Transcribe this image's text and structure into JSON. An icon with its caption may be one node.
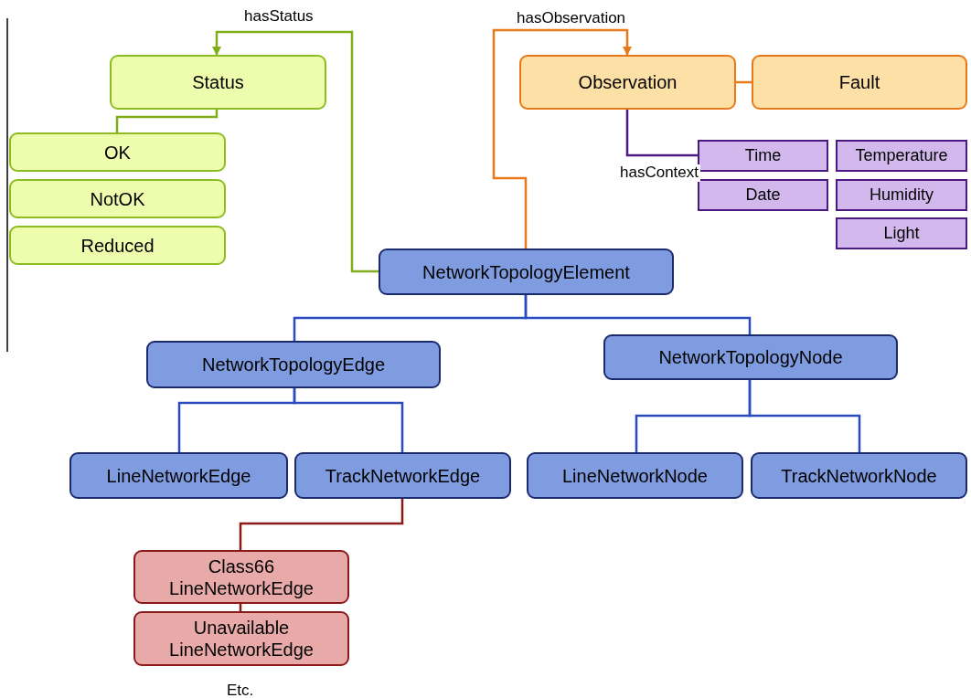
{
  "diagram": {
    "nodes": [
      {
        "text": [
          "Status"
        ]
      },
      {
        "text": [
          "OK"
        ]
      },
      {
        "text": [
          "NotOK"
        ]
      },
      {
        "text": [
          "Reduced"
        ]
      },
      {
        "text": [
          "Observation"
        ]
      },
      {
        "text": [
          "Fault"
        ]
      },
      {
        "text": [
          "Time"
        ]
      },
      {
        "text": [
          "Temperature"
        ]
      },
      {
        "text": [
          "Date"
        ]
      },
      {
        "text": [
          "Humidity"
        ]
      },
      {
        "text": [
          "Light"
        ]
      },
      {
        "text": [
          "NetworkTopologyElement"
        ]
      },
      {
        "text": [
          "NetworkTopologyEdge"
        ]
      },
      {
        "text": [
          "NetworkTopologyNode"
        ]
      },
      {
        "text": [
          "LineNetworkEdge"
        ]
      },
      {
        "text": [
          "TrackNetworkEdge"
        ]
      },
      {
        "text": [
          "LineNetworkNode"
        ]
      },
      {
        "text": [
          "TrackNetworkNode"
        ]
      },
      {
        "text": [
          "Class66 LineNetworkEdge"
        ]
      },
      {
        "text": [
          "Unavailable LineNetworkEdge"
        ]
      }
    ],
    "edges": [
      {
        "from": 11,
        "to": 0,
        "arrow": "to",
        "label": "hasStatus",
        "color": "#7fae1a"
      },
      {
        "from": 0,
        "to": 1,
        "arrow": "none",
        "color": "#7fae1a"
      },
      {
        "from": 11,
        "to": 4,
        "arrow": "to",
        "label": "hasObservation",
        "color": "#e8791a"
      },
      {
        "from": 4,
        "to": 5,
        "arrow": "none",
        "color": "#e8791a"
      },
      {
        "from": 4,
        "to": 6,
        "arrow": "none",
        "label": "hasContext",
        "color": "#4b1a80"
      },
      {
        "from": 11,
        "to": 12,
        "arrow": "none"
      },
      {
        "from": 11,
        "to": 13,
        "arrow": "none"
      },
      {
        "from": 12,
        "to": 14,
        "arrow": "none"
      },
      {
        "from": 12,
        "to": 15,
        "arrow": "none"
      },
      {
        "from": 13,
        "to": 16,
        "arrow": "none"
      },
      {
        "from": 13,
        "to": 17,
        "arrow": "none"
      },
      {
        "from": 15,
        "to": 18,
        "arrow": "none",
        "color": "#8a1a1a"
      },
      {
        "from": 18,
        "to": 19,
        "arrow": "none",
        "color": "#8a1a1a"
      }
    ],
    "labels": [
      "Etc."
    ]
  }
}
